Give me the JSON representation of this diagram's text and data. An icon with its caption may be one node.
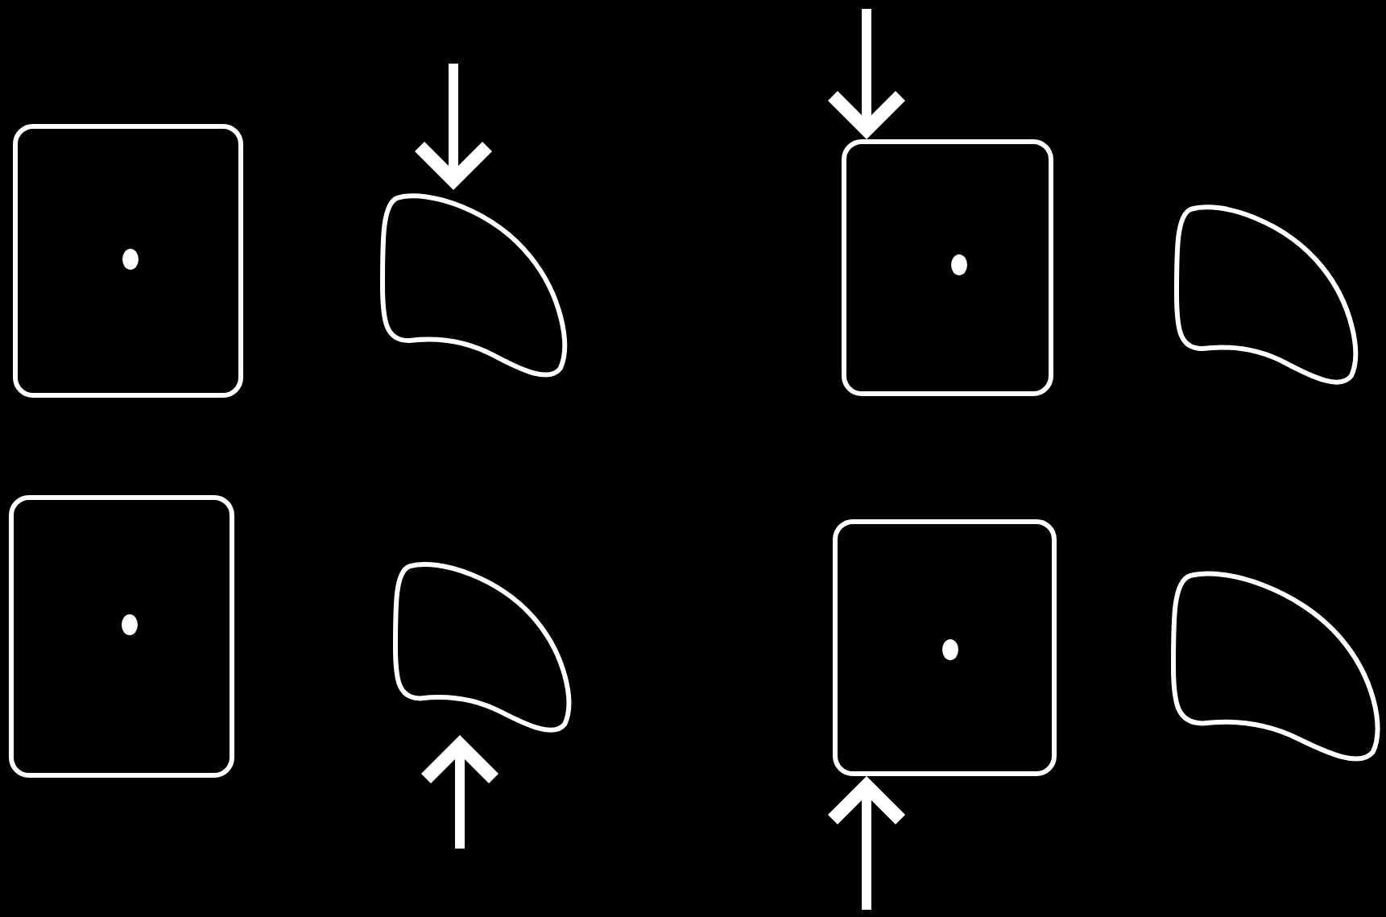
{
  "diagram": {
    "nodes": [
      {
        "text": [],
        "shape": "box"
      },
      {
        "text": [],
        "shape": "blob"
      },
      {
        "text": [],
        "shape": "box"
      },
      {
        "text": [],
        "shape": "blob"
      },
      {
        "text": [],
        "shape": "box"
      },
      {
        "text": [],
        "shape": "blob"
      },
      {
        "text": [],
        "shape": "box"
      },
      {
        "text": [],
        "shape": "blob"
      }
    ],
    "edges": [
      {
        "from": null,
        "to": 1,
        "arrow": "to"
      },
      {
        "from": null,
        "to": 2,
        "arrow": "to"
      },
      {
        "from": null,
        "to": 5,
        "arrow": "to"
      },
      {
        "from": null,
        "to": 6,
        "arrow": "to"
      }
    ]
  }
}
